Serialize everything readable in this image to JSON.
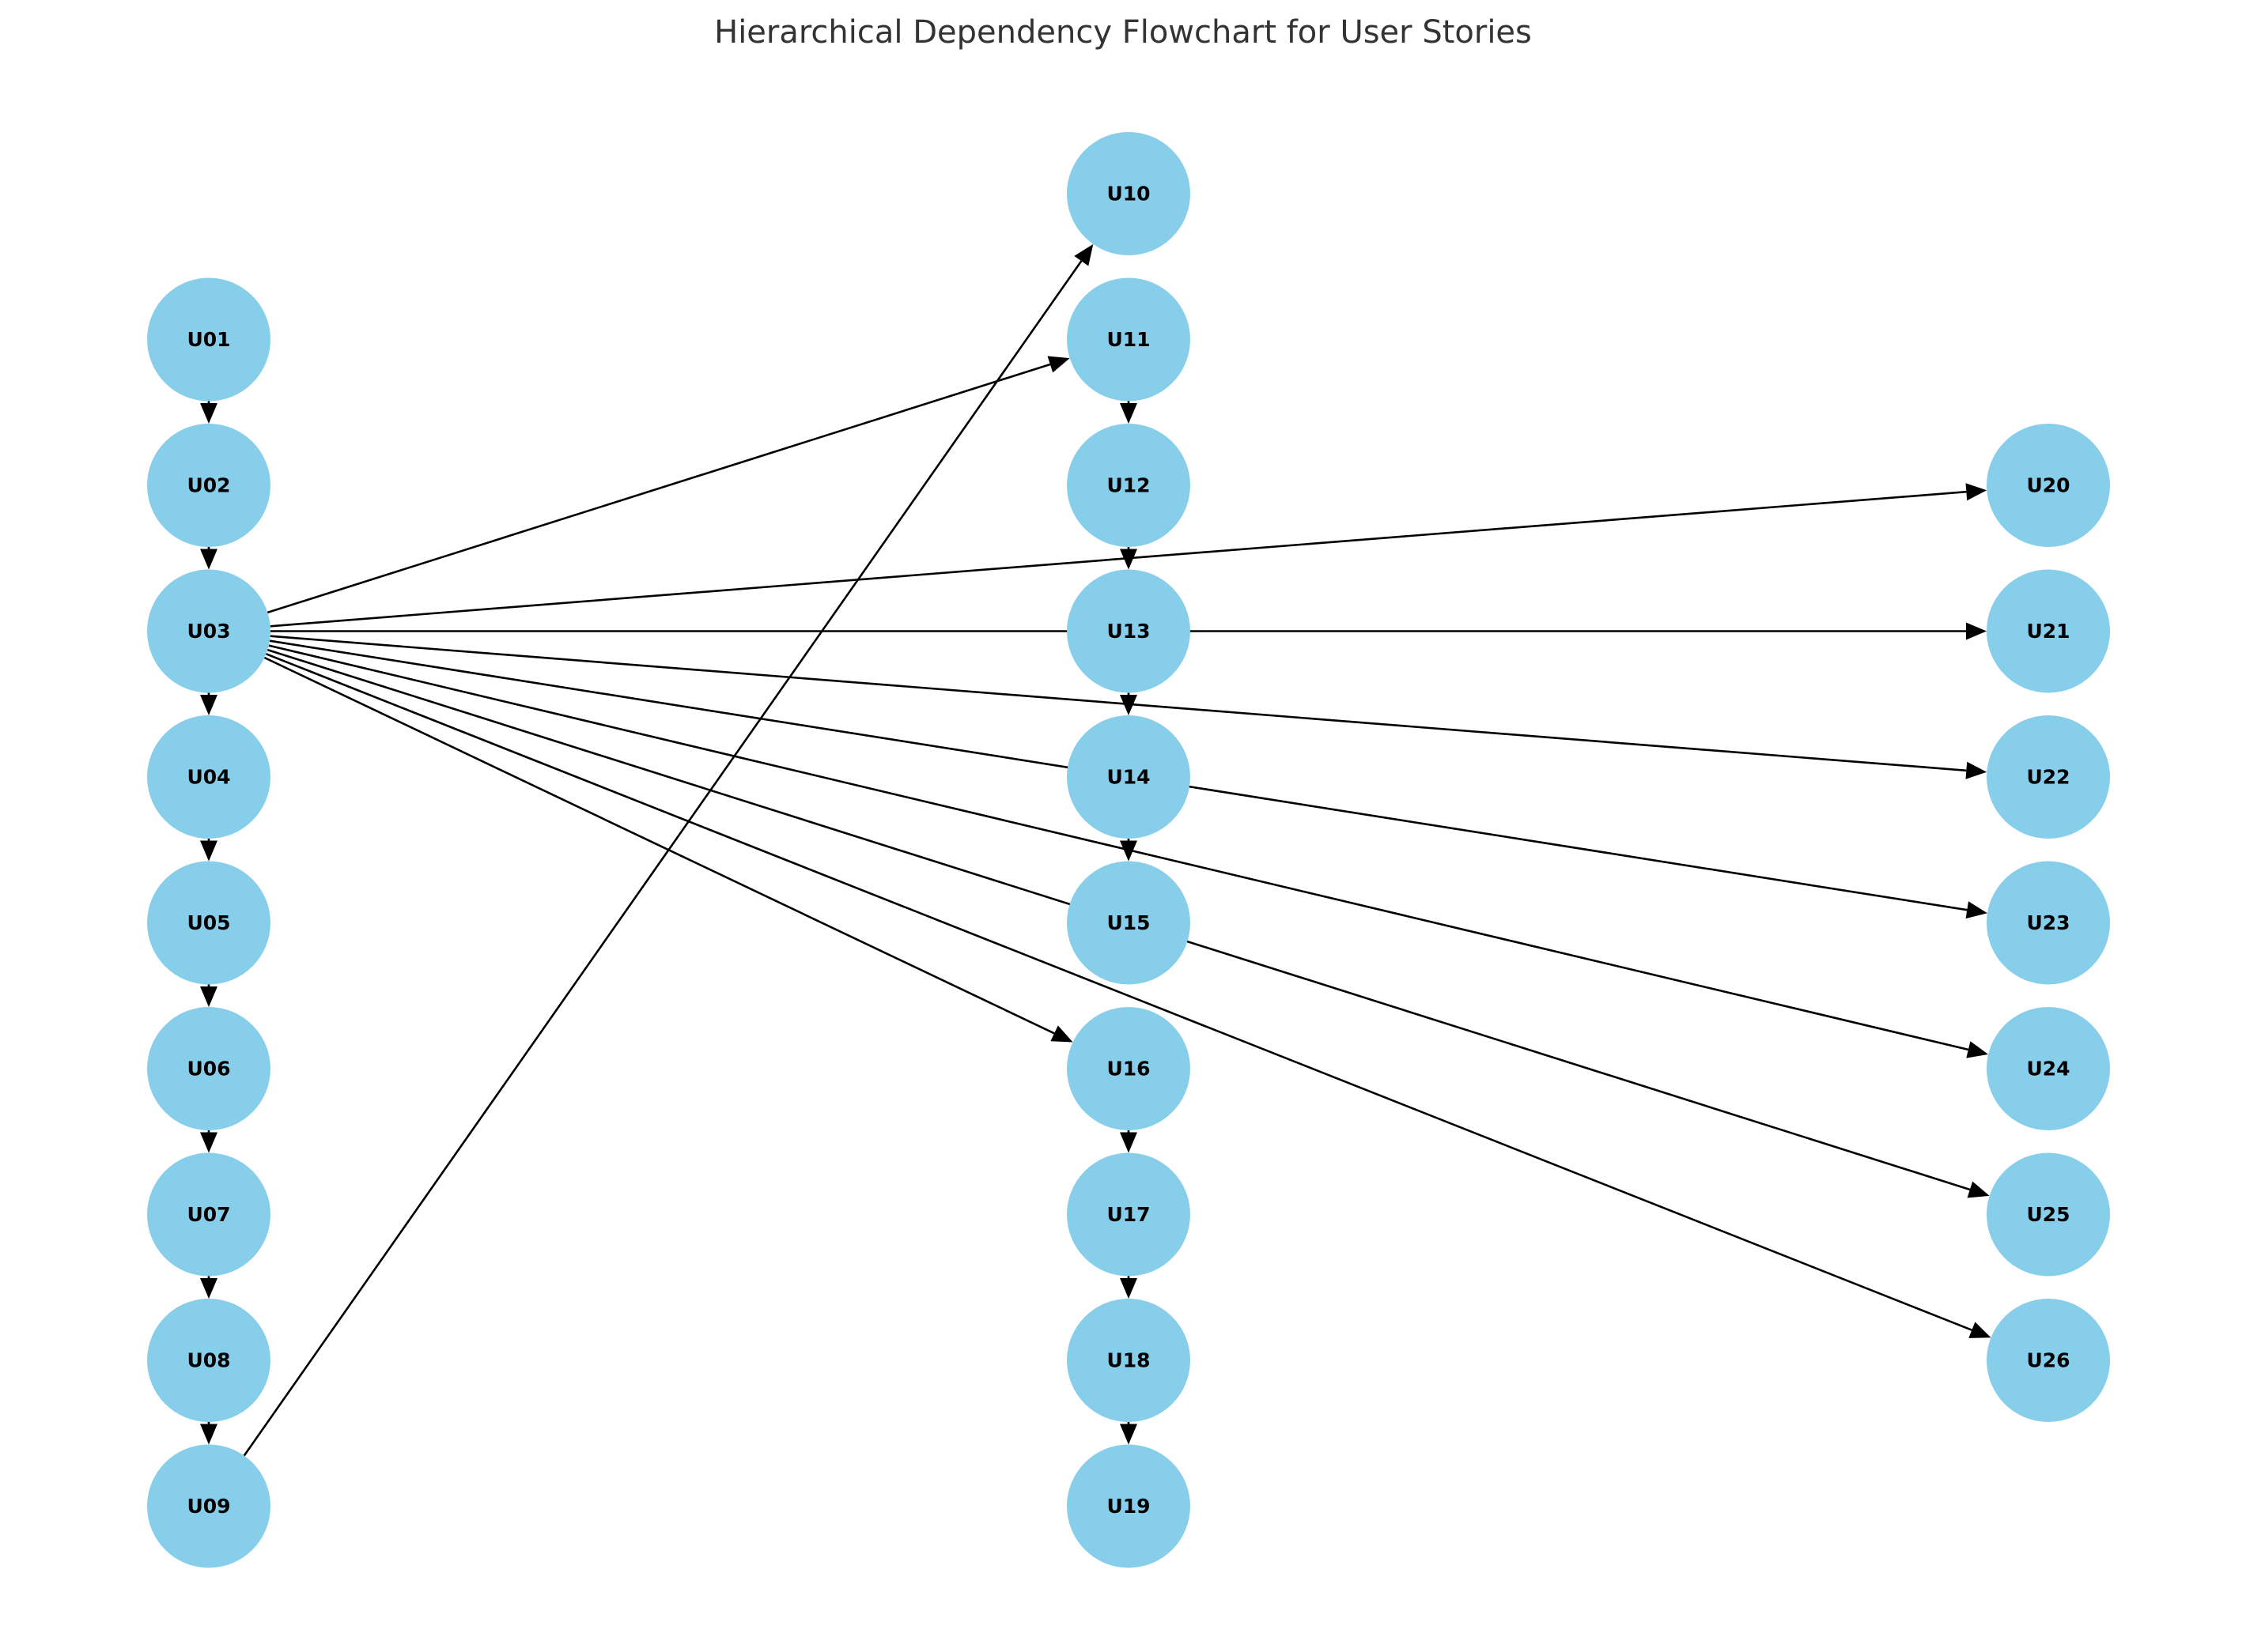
{
  "title": "Hierarchical Dependency Flowchart for User Stories",
  "node_color": "#87CEEB",
  "nodes": [
    {
      "id": "U01",
      "label": "U01",
      "column": 0,
      "row": 1
    },
    {
      "id": "U02",
      "label": "U02",
      "column": 0,
      "row": 2
    },
    {
      "id": "U03",
      "label": "U03",
      "column": 0,
      "row": 3
    },
    {
      "id": "U04",
      "label": "U04",
      "column": 0,
      "row": 4
    },
    {
      "id": "U05",
      "label": "U05",
      "column": 0,
      "row": 5
    },
    {
      "id": "U06",
      "label": "U06",
      "column": 0,
      "row": 6
    },
    {
      "id": "U07",
      "label": "U07",
      "column": 0,
      "row": 7
    },
    {
      "id": "U08",
      "label": "U08",
      "column": 0,
      "row": 8
    },
    {
      "id": "U09",
      "label": "U09",
      "column": 0,
      "row": 9
    },
    {
      "id": "U10",
      "label": "U10",
      "column": 1,
      "row": 0
    },
    {
      "id": "U11",
      "label": "U11",
      "column": 1,
      "row": 1
    },
    {
      "id": "U12",
      "label": "U12",
      "column": 1,
      "row": 2
    },
    {
      "id": "U13",
      "label": "U13",
      "column": 1,
      "row": 3
    },
    {
      "id": "U14",
      "label": "U14",
      "column": 1,
      "row": 4
    },
    {
      "id": "U15",
      "label": "U15",
      "column": 1,
      "row": 5
    },
    {
      "id": "U16",
      "label": "U16",
      "column": 1,
      "row": 6
    },
    {
      "id": "U17",
      "label": "U17",
      "column": 1,
      "row": 7
    },
    {
      "id": "U18",
      "label": "U18",
      "column": 1,
      "row": 8
    },
    {
      "id": "U19",
      "label": "U19",
      "column": 1,
      "row": 9
    },
    {
      "id": "U20",
      "label": "U20",
      "column": 2,
      "row": 2
    },
    {
      "id": "U21",
      "label": "U21",
      "column": 2,
      "row": 3
    },
    {
      "id": "U22",
      "label": "U22",
      "column": 2,
      "row": 4
    },
    {
      "id": "U23",
      "label": "U23",
      "column": 2,
      "row": 5
    },
    {
      "id": "U24",
      "label": "U24",
      "column": 2,
      "row": 6
    },
    {
      "id": "U25",
      "label": "U25",
      "column": 2,
      "row": 7
    },
    {
      "id": "U26",
      "label": "U26",
      "column": 2,
      "row": 8
    }
  ],
  "edges": [
    {
      "from": "U01",
      "to": "U02"
    },
    {
      "from": "U02",
      "to": "U03"
    },
    {
      "from": "U03",
      "to": "U04"
    },
    {
      "from": "U04",
      "to": "U05"
    },
    {
      "from": "U05",
      "to": "U06"
    },
    {
      "from": "U06",
      "to": "U07"
    },
    {
      "from": "U07",
      "to": "U08"
    },
    {
      "from": "U08",
      "to": "U09"
    },
    {
      "from": "U09",
      "to": "U10"
    },
    {
      "from": "U03",
      "to": "U11"
    },
    {
      "from": "U11",
      "to": "U12"
    },
    {
      "from": "U12",
      "to": "U13"
    },
    {
      "from": "U13",
      "to": "U14"
    },
    {
      "from": "U14",
      "to": "U15"
    },
    {
      "from": "U03",
      "to": "U16"
    },
    {
      "from": "U16",
      "to": "U17"
    },
    {
      "from": "U17",
      "to": "U18"
    },
    {
      "from": "U18",
      "to": "U19"
    },
    {
      "from": "U03",
      "to": "U20"
    },
    {
      "from": "U03",
      "to": "U21"
    },
    {
      "from": "U03",
      "to": "U22"
    },
    {
      "from": "U03",
      "to": "U23"
    },
    {
      "from": "U03",
      "to": "U24"
    },
    {
      "from": "U03",
      "to": "U25"
    },
    {
      "from": "U03",
      "to": "U26"
    }
  ]
}
